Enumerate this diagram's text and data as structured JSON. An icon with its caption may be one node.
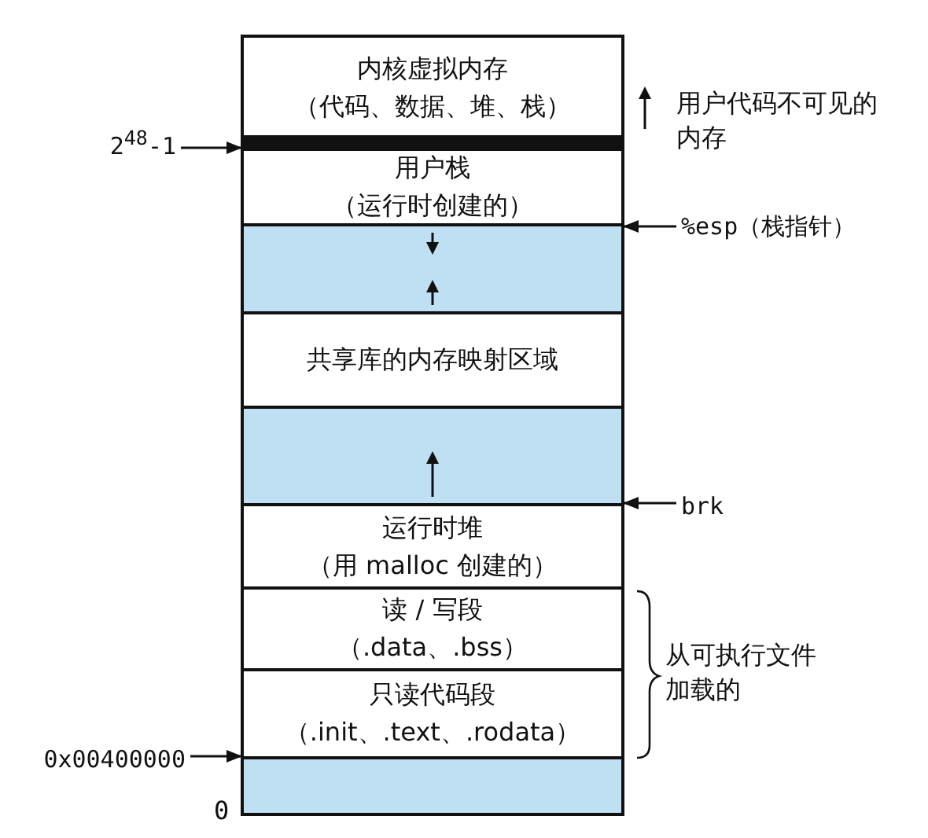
{
  "diagram": {
    "nodes": [
      {
        "text": [
          "内核虚拟内存",
          "（代码、数据、堆、栈）"
        ]
      },
      {
        "text": [
          "用户栈",
          "（运行时创建的）"
        ]
      },
      {
        "text": [],
        "shape": "box"
      },
      {
        "text": [
          "共享库的内存映射区域"
        ]
      },
      {
        "text": [],
        "shape": "box"
      },
      {
        "text": [
          "运行时堆",
          "（用 malloc 创建的）"
        ]
      },
      {
        "text": [
          "读 / 写段",
          "（.data、.bss）"
        ]
      },
      {
        "text": [
          "只读代码段",
          "（.init、.text、.rodata）"
        ]
      },
      {
        "text": [],
        "shape": "box"
      },
      {
        "text": [
          "2$^{48}$-1"
        ]
      },
      {
        "text": [
          "%esp（栈指针）"
        ]
      },
      {
        "text": [
          "brk"
        ]
      },
      {
        "text": [
          "0x00400000"
        ]
      }
    ],
    "edges": [
      {
        "from": 9,
        "to": 1,
        "arrow": "to"
      },
      {
        "from": 10,
        "to": 1,
        "arrow": "to"
      },
      {
        "from": 11,
        "to": 5,
        "arrow": "to"
      },
      {
        "from": 12,
        "to": 8,
        "arrow": "to"
      }
    ],
    "labels": [
      "用户代码不可见的内存",
      "从可执行文件加载的",
      "0"
    ]
  }
}
